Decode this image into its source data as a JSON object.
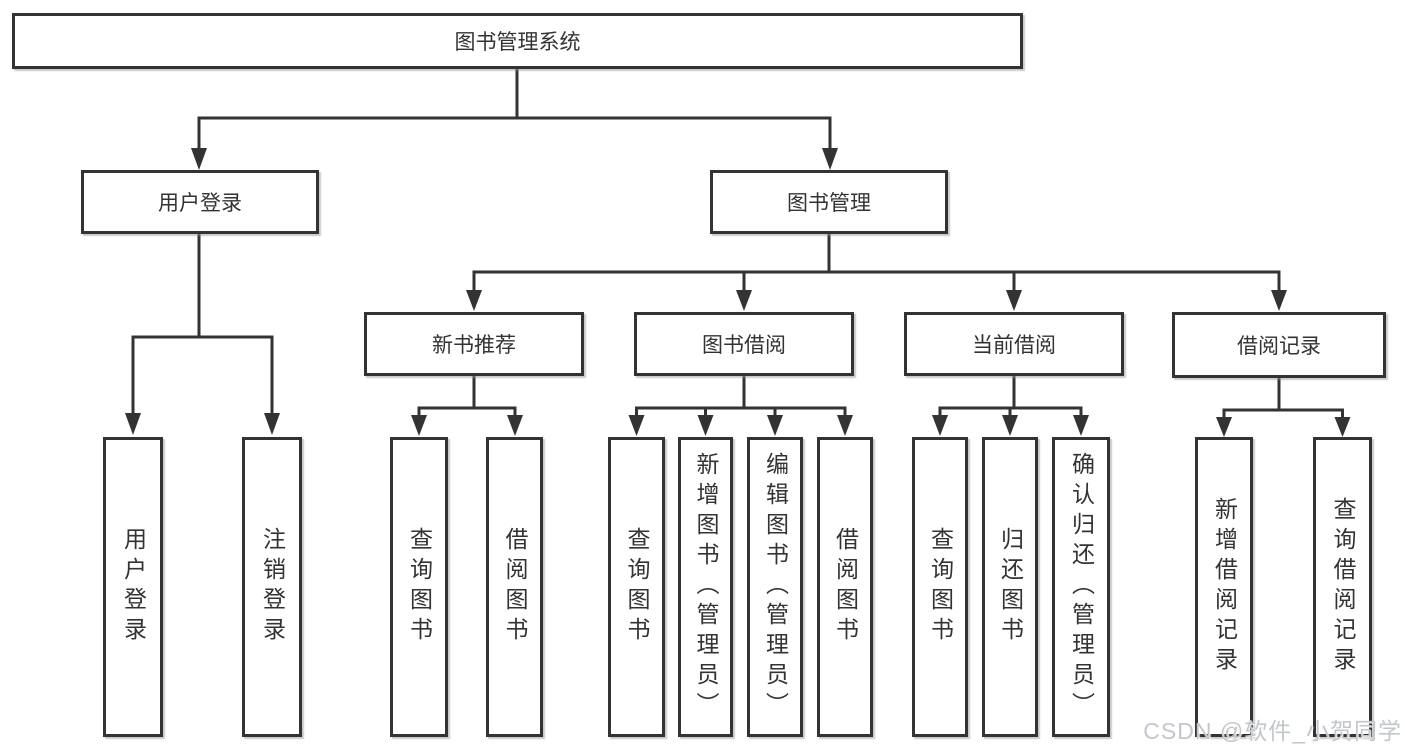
{
  "watermark": "CSDN @软件_小贺同学",
  "colors": {
    "line": "#333333",
    "text": "#333333",
    "box_background": "#ffffff",
    "watermark": "#c3c6ca"
  },
  "nodes": {
    "root": {
      "label": "图书管理系统"
    },
    "level1": [
      {
        "label": "用户登录",
        "parent": "图书管理系统"
      },
      {
        "label": "图书管理",
        "parent": "图书管理系统"
      }
    ],
    "level2": [
      {
        "label": "新书推荐",
        "parent": "图书管理"
      },
      {
        "label": "图书借阅",
        "parent": "图书管理"
      },
      {
        "label": "当前借阅",
        "parent": "图书管理"
      },
      {
        "label": "借阅记录",
        "parent": "图书管理"
      }
    ],
    "leaves": [
      {
        "label": "用户登录",
        "parent": "用户登录"
      },
      {
        "label": "注销登录",
        "parent": "用户登录"
      },
      {
        "label": "查询图书",
        "parent": "新书推荐"
      },
      {
        "label": "借阅图书",
        "parent": "新书推荐"
      },
      {
        "label": "查询图书",
        "parent": "图书借阅"
      },
      {
        "label": "新增图书（管理员）",
        "parent": "图书借阅"
      },
      {
        "label": "编辑图书（管理员）",
        "parent": "图书借阅"
      },
      {
        "label": "借阅图书",
        "parent": "图书借阅"
      },
      {
        "label": "查询图书",
        "parent": "当前借阅"
      },
      {
        "label": "归还图书",
        "parent": "当前借阅"
      },
      {
        "label": "确认归还（管理员）",
        "parent": "当前借阅"
      },
      {
        "label": "新增借阅记录",
        "parent": "借阅记录"
      },
      {
        "label": "查询借阅记录",
        "parent": "借阅记录"
      }
    ]
  }
}
